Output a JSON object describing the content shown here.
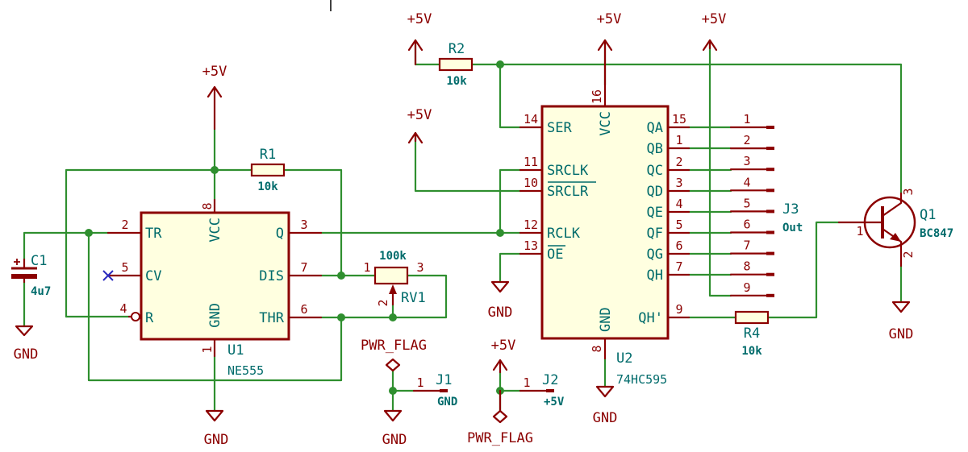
{
  "power": {
    "p5v": "+5V",
    "gnd": "GND",
    "pwr_flag": "PWR_FLAG"
  },
  "u1": {
    "ref": "U1",
    "value": "NE555",
    "pins": {
      "tr": "TR",
      "cv": "CV",
      "r": "R",
      "vcc": "VCC",
      "gnd": "GND",
      "q": "Q",
      "dis": "DIS",
      "thr": "THR"
    },
    "nums": {
      "tr": "2",
      "cv": "5",
      "r": "4",
      "vcc": "8",
      "gnd": "1",
      "q": "3",
      "dis": "7",
      "thr": "6"
    }
  },
  "u2": {
    "ref": "U2",
    "value": "74HC595",
    "left_pins": [
      {
        "num": "14",
        "name": "SER"
      },
      {
        "num": "11",
        "name": "SRCLK"
      },
      {
        "num": "10",
        "name": "SRCLR"
      },
      {
        "num": "12",
        "name": "RCLK"
      },
      {
        "num": "13",
        "name": "OE"
      }
    ],
    "right_pins": [
      {
        "num": "15",
        "name": "QA"
      },
      {
        "num": "1",
        "name": "QB"
      },
      {
        "num": "2",
        "name": "QC"
      },
      {
        "num": "3",
        "name": "QD"
      },
      {
        "num": "4",
        "name": "QE"
      },
      {
        "num": "5",
        "name": "QF"
      },
      {
        "num": "6",
        "name": "QG"
      },
      {
        "num": "7",
        "name": "QH"
      },
      {
        "num": "9",
        "name": "QH'"
      }
    ],
    "vcc": {
      "num": "16",
      "name": "VCC"
    },
    "gnd": {
      "num": "8",
      "name": "GND"
    }
  },
  "r1": {
    "ref": "R1",
    "value": "10k"
  },
  "r2": {
    "ref": "R2",
    "value": "10k"
  },
  "r4": {
    "ref": "R4",
    "value": "10k"
  },
  "rv1": {
    "ref": "RV1",
    "value": "100k",
    "pins": [
      "1",
      "2",
      "3"
    ]
  },
  "c1": {
    "ref": "C1",
    "value": "4u7"
  },
  "j1": {
    "ref": "J1",
    "value": "GND",
    "pin": "1"
  },
  "j2": {
    "ref": "J2",
    "value": "+5V",
    "pin": "1"
  },
  "j3": {
    "ref": "J3",
    "value": "Out",
    "pins": [
      "1",
      "2",
      "3",
      "4",
      "5",
      "6",
      "7",
      "8",
      "9"
    ]
  },
  "q1": {
    "ref": "Q1",
    "value": "BC847",
    "pins": {
      "b": "1",
      "e": "2",
      "c": "3"
    }
  }
}
